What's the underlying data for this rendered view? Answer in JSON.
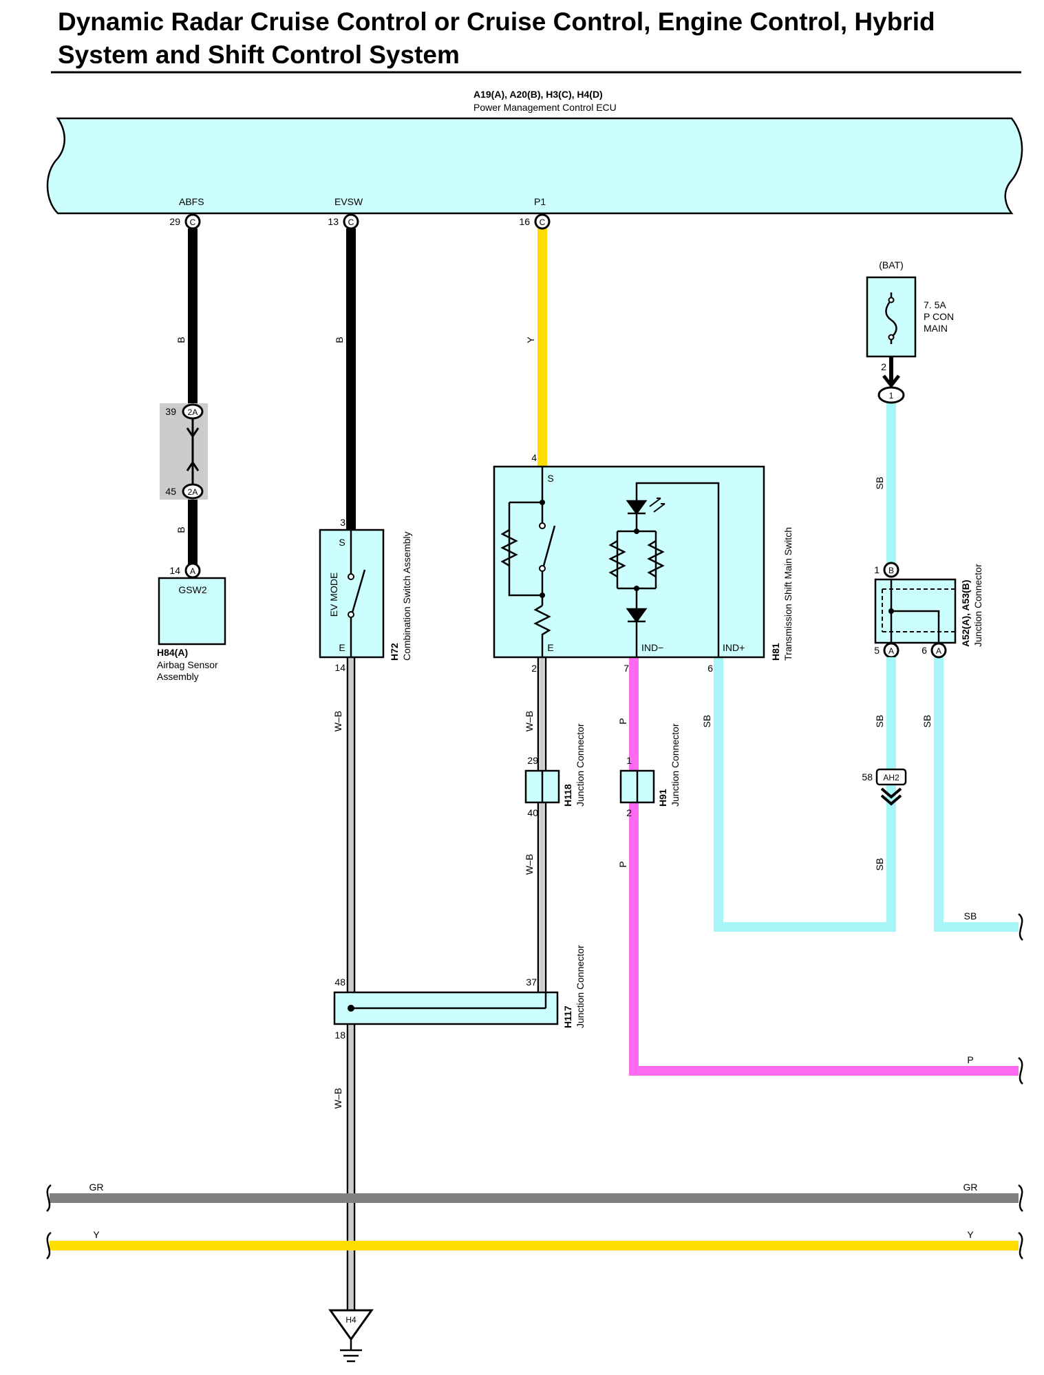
{
  "title": {
    "line1": "Dynamic Radar Cruise Control or Cruise Control, Engine Control, Hybrid",
    "line2": "System and Shift Control System"
  },
  "ecu": {
    "connectors": "A19(A), A20(B), H3(C), H4(D)",
    "name": "Power Management Control ECU",
    "pins": [
      {
        "label": "ABFS",
        "number": "29",
        "connector": "C"
      },
      {
        "label": "EVSW",
        "number": "13",
        "connector": "C"
      },
      {
        "label": "P1",
        "number": "16",
        "connector": "C"
      }
    ]
  },
  "wires": {
    "abfs_upper": "B",
    "abfs_lower": "B",
    "evsw_upper": "B",
    "evsw_lower": "W–B",
    "ground_lead": "W–B",
    "p1": "Y",
    "h81_e_upper": "W–B",
    "h81_e_lower": "W–B",
    "ind_minus_upper": "P",
    "ind_minus_lower": "P",
    "ind_plus": "SB",
    "fuse_out": "SB",
    "a52_out5": "SB",
    "a52_out6": "SB",
    "ah2_below": "SB",
    "right_sb": "SB",
    "right_p": "P",
    "bus_gr_left": "GR",
    "bus_gr_right": "GR",
    "bus_y_left": "Y",
    "bus_y_right": "Y"
  },
  "colors": {
    "ecu_fill": "#ccfefe",
    "wire_black": "#000000",
    "wire_yellow": "#ffdd00",
    "wire_sky_blue": "#a6f6f8",
    "wire_pink": "#ff6af3",
    "wire_gray": "#808080",
    "connector_shade": "#cccccc"
  },
  "connector_2a": {
    "code": "2A",
    "pin_top": "39",
    "pin_bottom": "45"
  },
  "h84": {
    "pin": "14",
    "connector": "A",
    "terminal": "GSW2",
    "id": "H84(A)",
    "name1": "Airbag Sensor",
    "name2": "Assembly"
  },
  "h72": {
    "pin_top": "3",
    "pin_bottom": "14",
    "terminal_s": "S",
    "terminal_e": "E",
    "mode": "EV MODE",
    "id": "H72",
    "name": "Combination Switch Assembly"
  },
  "h81": {
    "pin_s": "4",
    "pin_e": "2",
    "pin_ind_minus": "7",
    "pin_ind_plus": "6",
    "terminal_s": "S",
    "terminal_e": "E",
    "ind_minus": "IND−",
    "ind_plus": "IND+",
    "id": "H81",
    "name": "Transmission Shift Main Switch"
  },
  "h118": {
    "pin_top": "29",
    "pin_bottom": "40",
    "id": "H118",
    "name": "Junction Connector"
  },
  "h91": {
    "pin_top": "1",
    "pin_bottom": "2",
    "id": "H91",
    "name": "Junction Connector"
  },
  "h117": {
    "pin_left": "48",
    "pin_right": "37",
    "pin_bottom": "18",
    "id": "H117",
    "name": "Junction Connector"
  },
  "fuse": {
    "supply": "(BAT)",
    "rating": "7. 5A",
    "name1": "P CON",
    "name2": "MAIN",
    "pin": "2",
    "connector": "1"
  },
  "a52": {
    "pin_in": "1",
    "conn_in": "B",
    "pin_out1": "5",
    "conn_out1": "A",
    "pin_out2": "6",
    "conn_out2": "A",
    "id": "A52(A), A53(B)",
    "name": "Junction Connector"
  },
  "ah2": {
    "pin": "58",
    "code": "AH2"
  },
  "ground": {
    "code": "H4"
  }
}
